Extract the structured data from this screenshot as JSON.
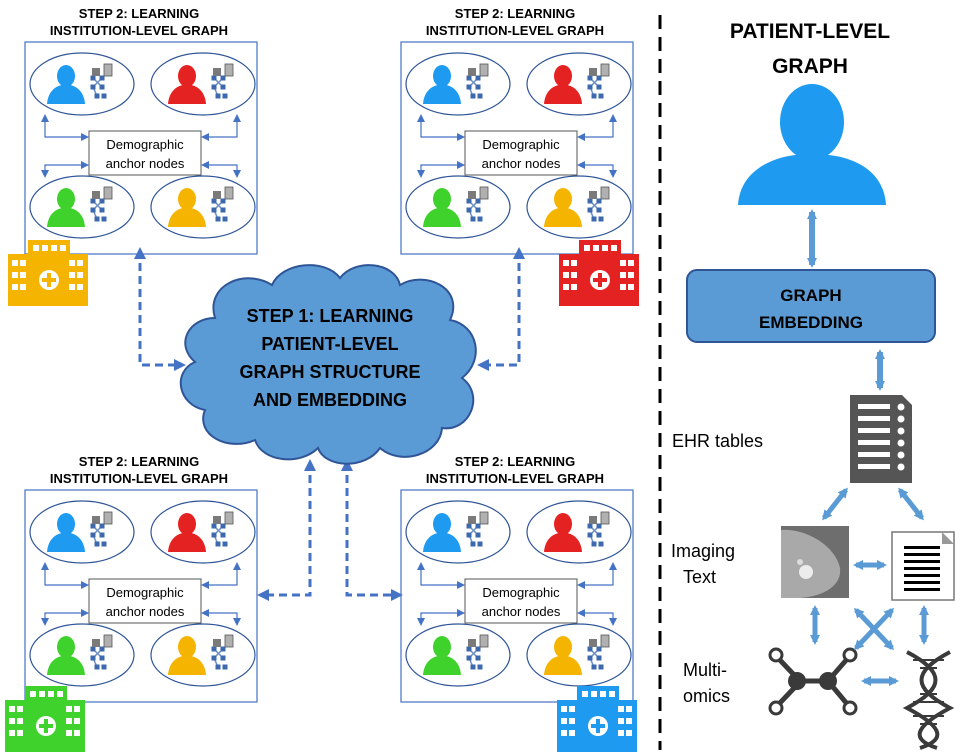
{
  "institution_panel": {
    "title_line1": "STEP 2: LEARNING",
    "title_line2": "INSTITUTION-LEVEL GRAPH",
    "anchor_line1": "Demographic",
    "anchor_line2": "anchor nodes"
  },
  "panels": [
    {
      "id": "top-left",
      "hospital_color": "#F5B400"
    },
    {
      "id": "top-right",
      "hospital_color": "#E52222"
    },
    {
      "id": "bottom-left",
      "hospital_color": "#3FD12C"
    },
    {
      "id": "bottom-right",
      "hospital_color": "#1E9BF0"
    }
  ],
  "patient_colors": [
    "#1E9BF0",
    "#E52222",
    "#3FD12C",
    "#F5B400"
  ],
  "cloud": {
    "line1": "STEP 1: LEARNING",
    "line2": "PATIENT-LEVEL",
    "line3": "GRAPH STRUCTURE",
    "line4": "AND EMBEDDING",
    "fill": "#5B9BD5"
  },
  "right": {
    "title_line1": "PATIENT-LEVEL",
    "title_line2": "GRAPH",
    "embedding_line1": "GRAPH",
    "embedding_line2": "EMBEDDING",
    "ehr_label": "EHR tables",
    "imaging_label": "Imaging",
    "text_label": "Text",
    "multiomics_line1": "Multi-",
    "multiomics_line2": "omics"
  },
  "colors": {
    "arrow": "#4472C4",
    "light_arrow": "#5B9BD5",
    "patient_head": "#1E9BF0"
  }
}
